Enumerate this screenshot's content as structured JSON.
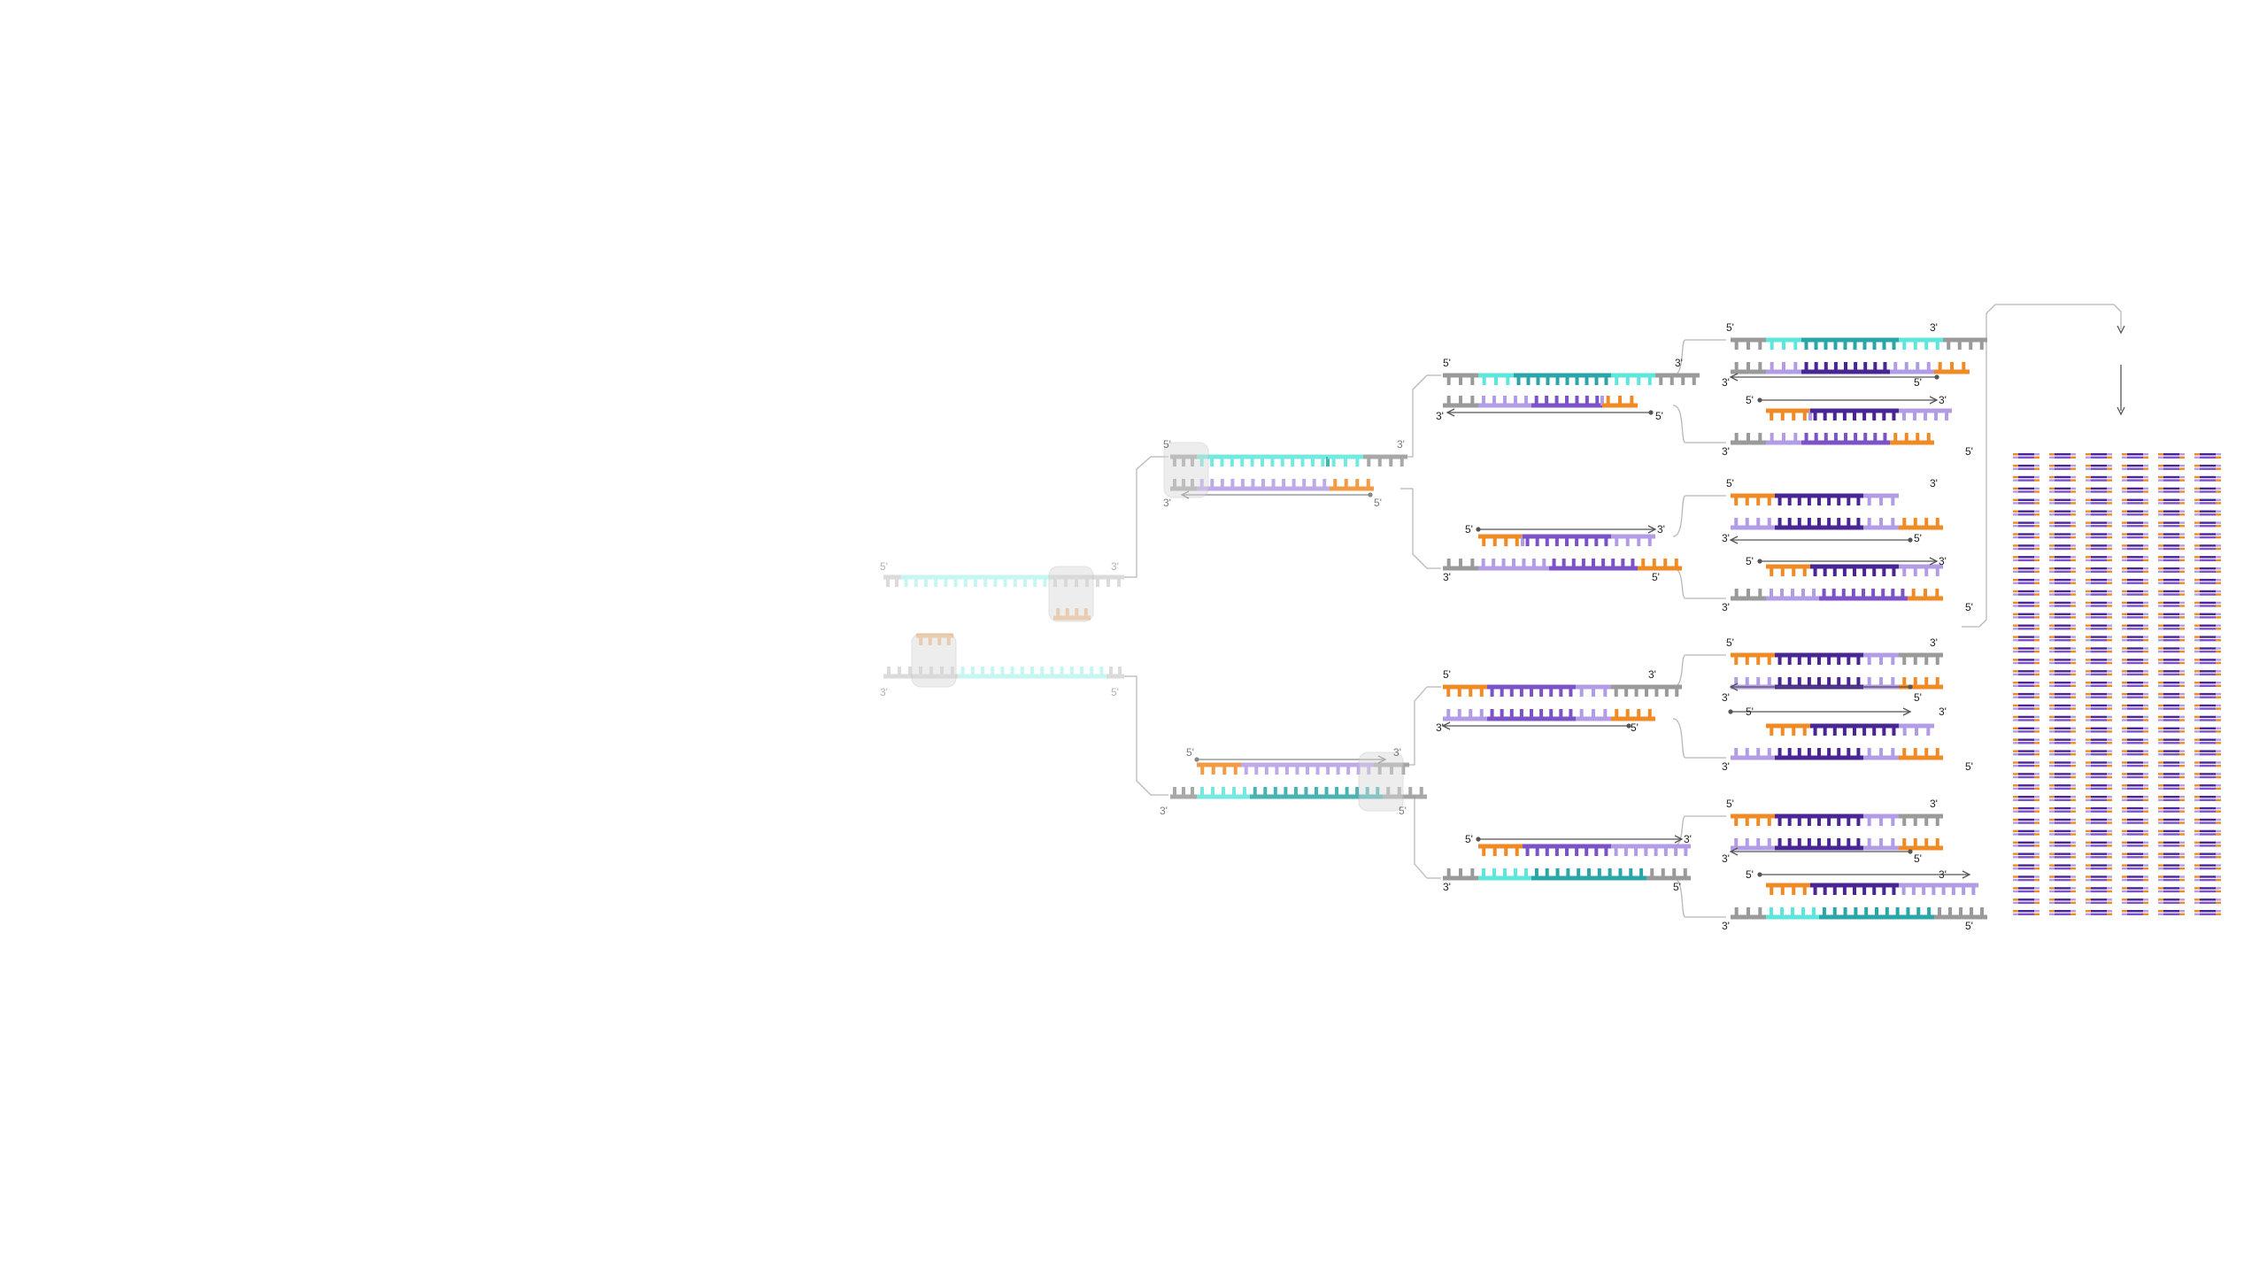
{
  "colors": {
    "gray": "#9a9a9a",
    "cyan": "#5ce6dc",
    "teal": "#2aa6a8",
    "lavender": "#b39ce6",
    "purple": "#7b52c8",
    "dark_purple": "#4a2596",
    "orange": "#f08a24",
    "arrow": "#555555",
    "connector": "#b8b8b8",
    "label": "#222222"
  },
  "end_labels": {
    "five_prime": "5'",
    "three_prime": "3'"
  },
  "cycles": [
    "cycle-0-template",
    "cycle-1-products",
    "cycle-2-products",
    "cycle-3-products"
  ],
  "product_grid": {
    "columns": 6,
    "rows": 41
  }
}
